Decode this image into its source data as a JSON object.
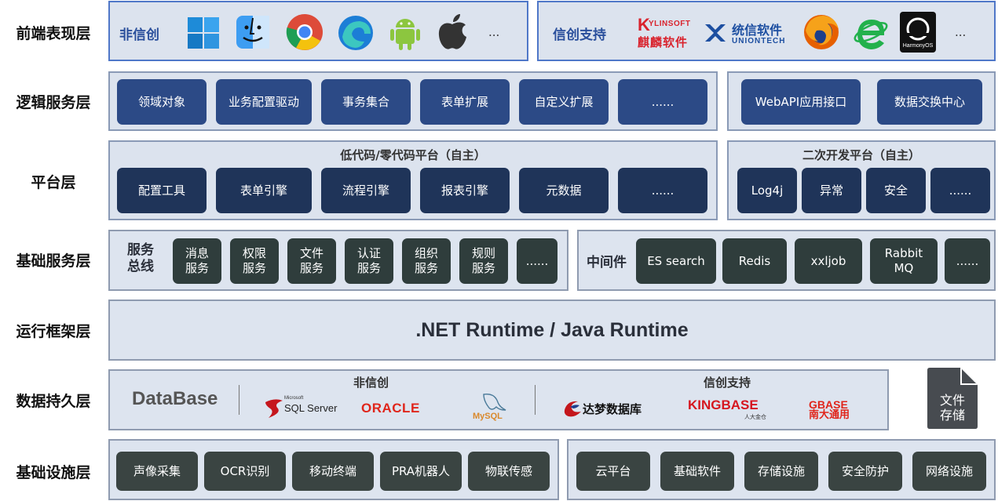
{
  "layers": {
    "frontend": "前端表现层",
    "logic": "逻辑服务层",
    "platform": "平台层",
    "basic": "基础服务层",
    "runtime": "运行框架层",
    "data": "数据持久层",
    "infra": "基础设施层"
  },
  "frontend": {
    "left_title": "非信创",
    "left_more": "...",
    "right_title": "信创支持",
    "right_more": "...",
    "kylin_top": "YLINSOFT",
    "kylin_k": "K",
    "kylin_bottom": "麒麟软件",
    "uos_top": "统信软件",
    "uos_bottom": "UNIONTECH",
    "harmony": "HarmonyOS"
  },
  "logic": {
    "left_items": [
      "领域对象",
      "业务配置驱动",
      "事务集合",
      "表单扩展",
      "自定义扩展",
      "......"
    ],
    "right_items": [
      "WebAPI应用接口",
      "数据交换中心"
    ]
  },
  "platform": {
    "left_title": "低代码/零代码平台（自主）",
    "left_items": [
      "配置工具",
      "表单引擎",
      "流程引擎",
      "报表引擎",
      "元数据",
      "......"
    ],
    "right_title": "二次开发平台（自主）",
    "right_items": [
      "Log4j",
      "异常",
      "安全",
      "......"
    ]
  },
  "basic": {
    "bus_label": [
      "服务",
      "总线"
    ],
    "bus_items": [
      [
        "消息",
        "服务"
      ],
      [
        "权限",
        "服务"
      ],
      [
        "文件",
        "服务"
      ],
      [
        "认证",
        "服务"
      ],
      [
        "组织",
        "服务"
      ],
      [
        "规则",
        "服务"
      ],
      [
        "......"
      ]
    ],
    "middleware_label": "中间件",
    "middleware_items": [
      [
        "ES search"
      ],
      [
        "Redis"
      ],
      [
        "xxljob"
      ],
      [
        "Rabbit",
        "MQ"
      ],
      [
        "......"
      ]
    ]
  },
  "runtime": {
    "text": ".NET Runtime / Java Runtime"
  },
  "data": {
    "database_label": "DataBase",
    "non_xc_title": "非信创",
    "xc_title": "信创支持",
    "sqlserver": "SQL Server",
    "sqlserver_small": "Microsoft",
    "oracle": "ORACLE",
    "mysql": "MySQL",
    "dameng": "达梦数据库",
    "kingbase": "KINGBASE",
    "kingbase_sub": "人大金仓",
    "gbase_top": "GBASE",
    "gbase_bottom": "南大通用",
    "file_storage": [
      "文件",
      "存储"
    ]
  },
  "infra": {
    "left_items": [
      "声像采集",
      "OCR识别",
      "移动终端",
      "PRA机器人",
      "物联传感"
    ],
    "right_items": [
      "云平台",
      "基础软件",
      "存储设施",
      "安全防护",
      "网络设施"
    ]
  },
  "colors": {
    "navy": "#2c4a86",
    "dark_navy": "#1f3459",
    "dark_green_gray": "#2f3d3c",
    "panel_bg": "#dce3ee",
    "accent_blue": "#2a4f9c"
  }
}
